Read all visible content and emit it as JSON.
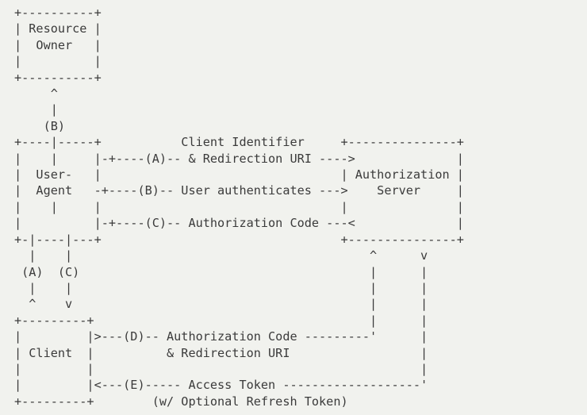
{
  "document": {
    "kind": "ascii-art-diagram",
    "title": "OAuth 2.0 Authorization Code Flow",
    "background_color": "#f1f2ee",
    "text_color": "#3b3b3b",
    "font_kind": "monospace",
    "columns": 64,
    "rows": 25
  },
  "nodes": [
    {
      "id": "resource-owner",
      "label_lines": [
        "Resource",
        "Owner"
      ]
    },
    {
      "id": "user-agent",
      "label_lines": [
        "User-",
        "Agent"
      ]
    },
    {
      "id": "authorization-server",
      "label_lines": [
        "Authorization",
        "Server"
      ]
    },
    {
      "id": "client",
      "label_lines": [
        "Client"
      ]
    }
  ],
  "edges": [
    {
      "id": "edge-a",
      "tag": "(A)",
      "label_lines": [
        "Client Identifier",
        "& Redirection URI"
      ],
      "direction": "right"
    },
    {
      "id": "edge-b",
      "tag": "(B)",
      "label_lines": [
        "User authenticates"
      ],
      "direction": "right"
    },
    {
      "id": "edge-c",
      "tag": "(C)",
      "label_lines": [
        "Authorization Code"
      ],
      "direction": "left"
    },
    {
      "id": "edge-d",
      "tag": "(D)",
      "label_lines": [
        "Authorization Code",
        "& Redirection URI"
      ],
      "direction": "right"
    },
    {
      "id": "edge-e",
      "tag": "(E)",
      "label_lines": [
        "Access Token",
        "(w/ Optional Refresh Token)"
      ],
      "direction": "left"
    }
  ],
  "art": "     +----------+\n     | Resource |\n     |   Owner  |\n     |          |\n     +----------+\n          ^\n          |\n         (B)\n     +----|-----+          Client Identifier      +---------------+\n     |    -+----(A)-- & Redirection URI ---->|               |\n     |  User-   |                               | Authorization |\n     |  Agent  -+----(B)-- User authenticates --->|    Server     |\n     |          |                               |               |\n     |    -+----(C)-- Authorization Code ---<|               |\n     +-|----|---+                               +---------------+\n       |    |\n      (A)  (C)\n       |    |\n       ^    v\n     +---------+\n     |         |>---(D)-- Authorization Code ---------'\n     |  Client |          & Redirection URI\n     |         |\n     |         |<---(E)----- Access Token -------------------'\n     +---------+       (w/ Optional Refresh Token)"
}
